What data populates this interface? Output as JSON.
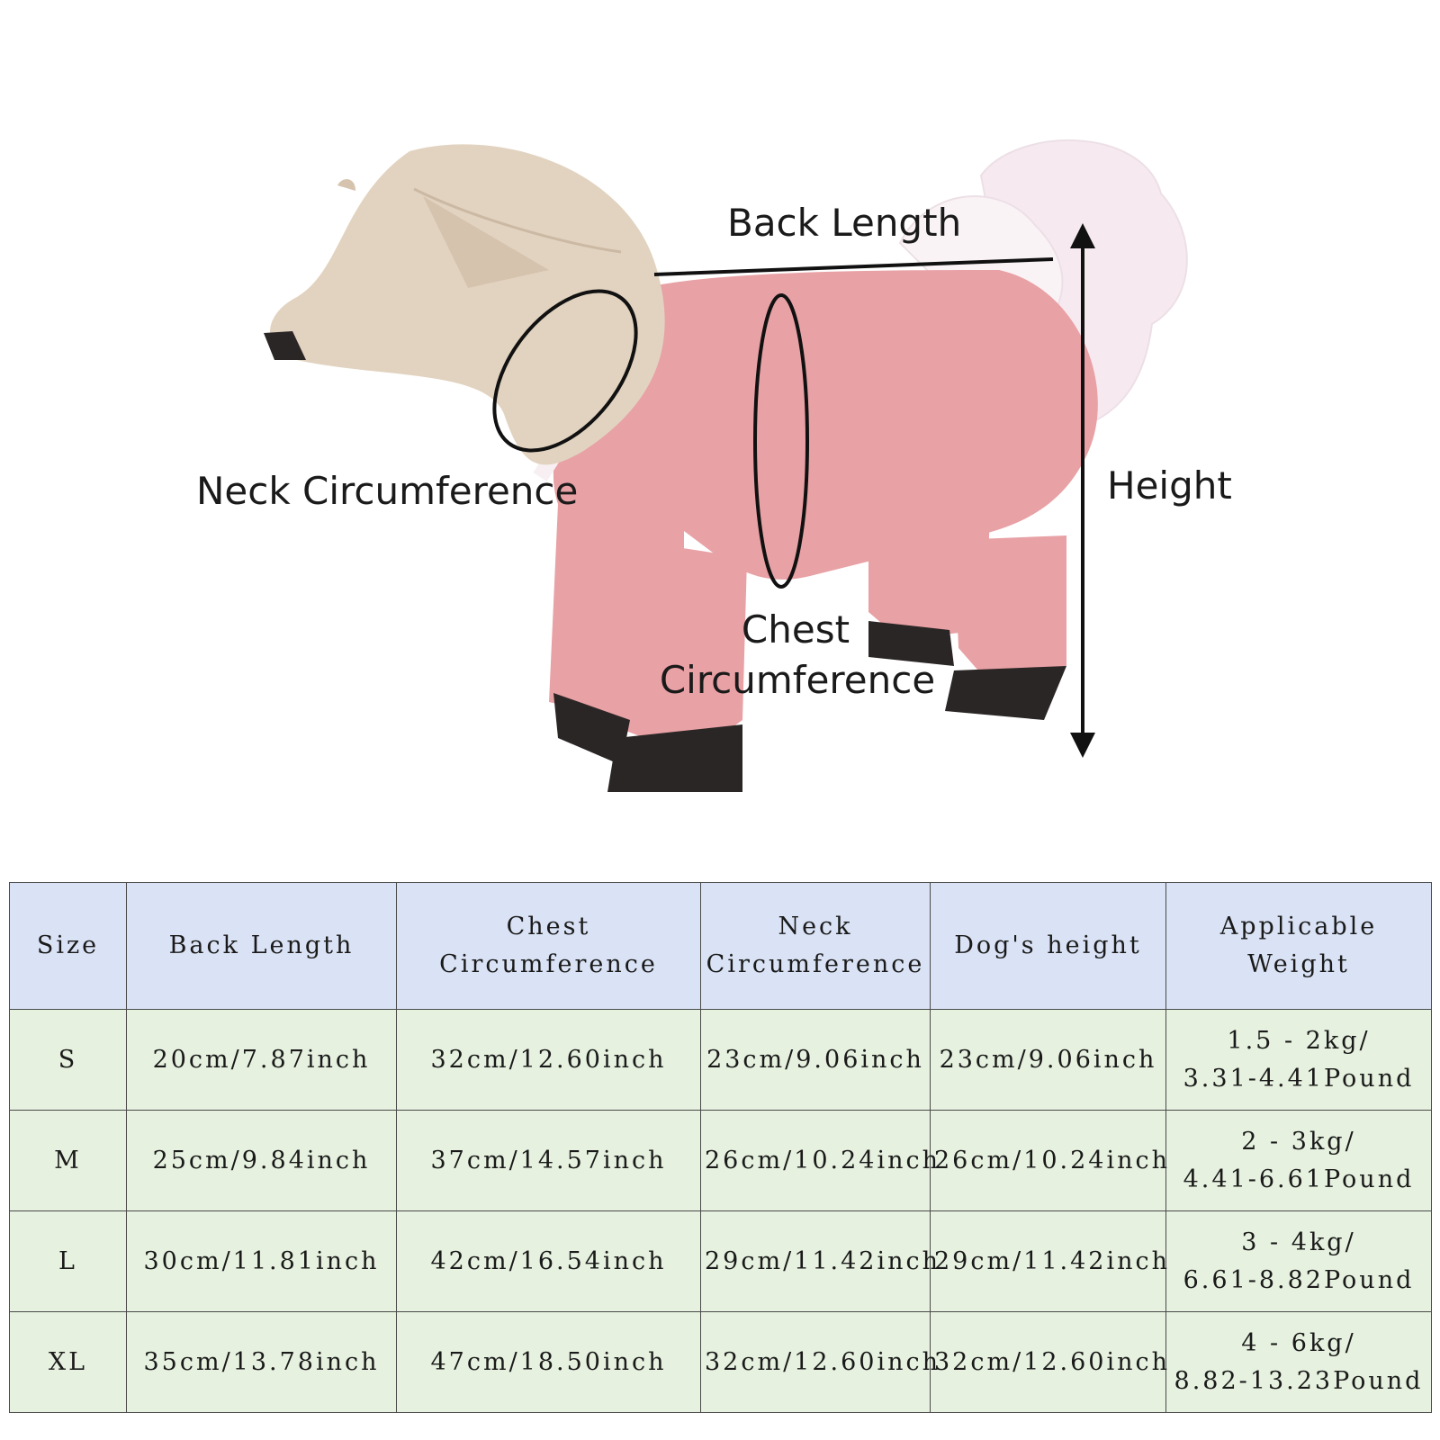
{
  "diagram": {
    "labels": {
      "back_length": "Back Length",
      "neck": "Neck Circumference",
      "height": "Height",
      "chest_line1": "Chest",
      "chest_line2": "Circumference"
    },
    "colors": {
      "mannequin": "#e2d3c0",
      "outfit": "#e8a1a5",
      "tutu": "#f6eaf0",
      "paws": "#2b2626",
      "annotation": "#111111"
    }
  },
  "size_table": {
    "headers": [
      "Size",
      "Back Length",
      "Chest\nCircumference",
      "Neck\nCircumference",
      "Dog's height",
      "Applicable\nWeight"
    ],
    "rows": [
      [
        "S",
        "20cm/7.87inch",
        "32cm/12.60inch",
        "23cm/9.06inch",
        "23cm/9.06inch",
        "1.5 - 2kg/\n3.31-4.41Pound"
      ],
      [
        "M",
        "25cm/9.84inch",
        "37cm/14.57inch",
        "26cm/10.24inch",
        "26cm/10.24inch",
        "2 - 3kg/\n4.41-6.61Pound"
      ],
      [
        "L",
        "30cm/11.81inch",
        "42cm/16.54inch",
        "29cm/11.42inch",
        "29cm/11.42inch",
        "3 - 4kg/\n6.61-8.82Pound"
      ],
      [
        "XL",
        "35cm/13.78inch",
        "47cm/18.50inch",
        "32cm/12.60inch",
        "32cm/12.60inch",
        "4 - 6kg/\n8.82-13.23Pound"
      ]
    ],
    "colors": {
      "header_bg": "#dae3f5",
      "body_bg": "#e6f1df",
      "border": "#4a4a4a"
    }
  }
}
